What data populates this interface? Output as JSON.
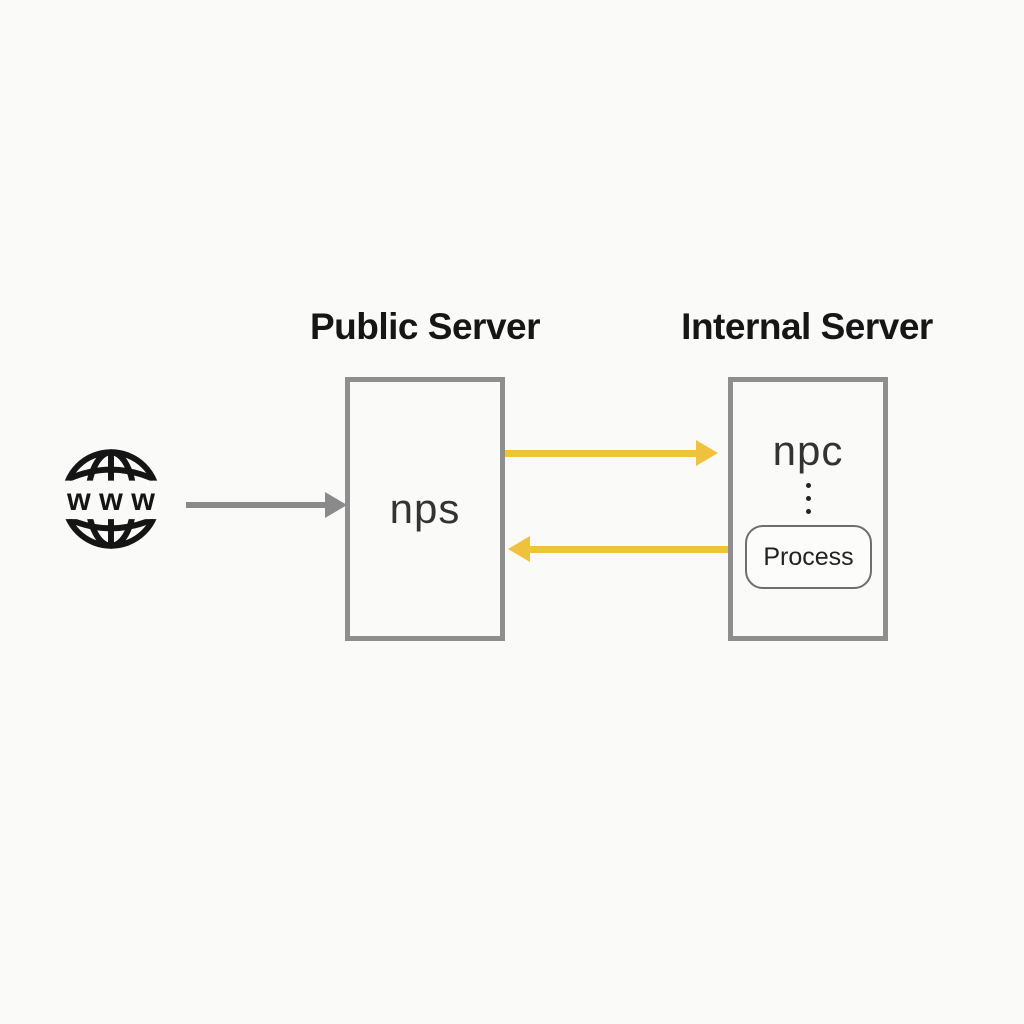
{
  "colors": {
    "background": "#FAFAF8",
    "box-border": "#8E8E8E",
    "arrow-gray": "#8A8A8A",
    "arrow-yellow": "#F0C13C",
    "title-text": "#161616",
    "node-text": "#333333",
    "process-border": "#6E6E6E",
    "icon-black": "#151515"
  },
  "internet": {
    "icon": "www-globe-icon",
    "label": "w w w"
  },
  "public_server": {
    "title": "Public Server",
    "node": "nps"
  },
  "internal_server": {
    "title": "Internal Server",
    "node": "npc",
    "process_label": "Process"
  },
  "connections": [
    {
      "from": "internet",
      "to": "public_server",
      "color": "#8A8A8A",
      "direction": "right"
    },
    {
      "from": "public_server",
      "to": "internal_server",
      "color": "#F0C13C",
      "direction": "right"
    },
    {
      "from": "internal_server",
      "to": "public_server",
      "color": "#F0C13C",
      "direction": "left"
    }
  ]
}
